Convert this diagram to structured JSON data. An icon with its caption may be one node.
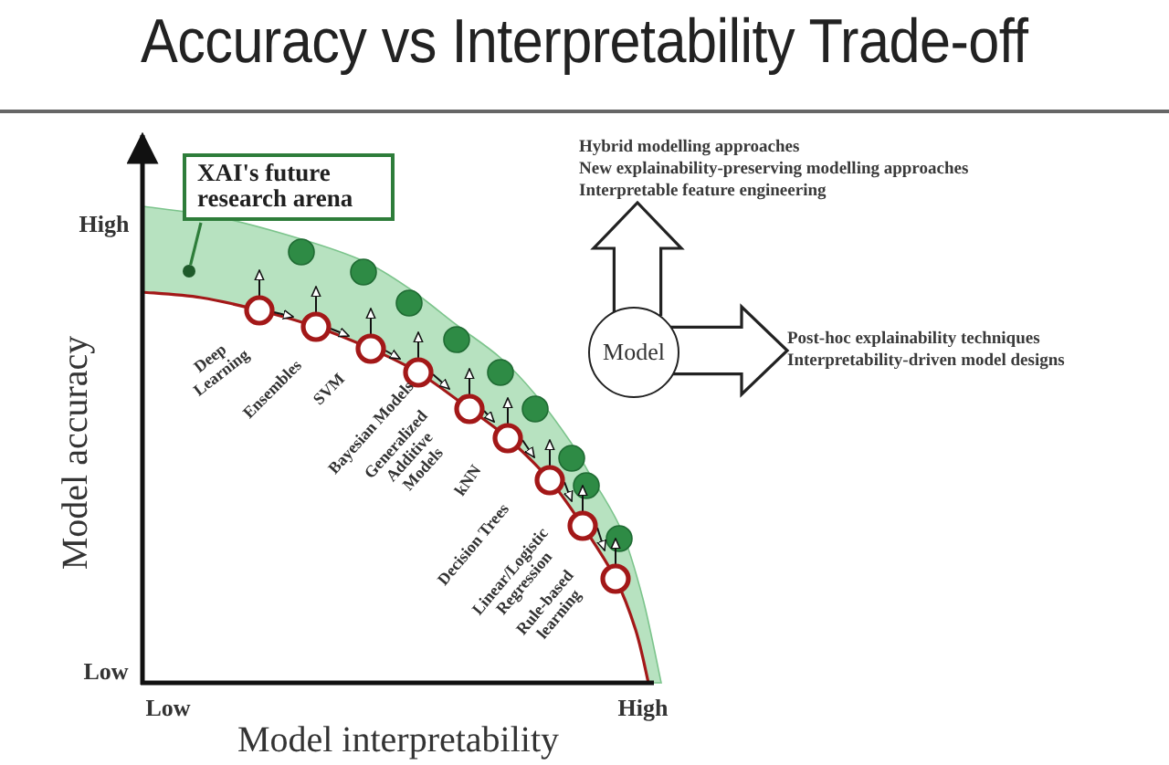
{
  "diagram": {
    "title": "Accuracy vs Interpretability Trade-off",
    "nodes": [
      {
        "text": [
          "XAI's future research arena"
        ]
      },
      {
        "text": [],
        "shape": "circle"
      },
      {
        "text": [
          "Hybrid modelling approaches",
          "New explainability-preserving modelling approaches",
          "Interpretable feature engineering"
        ]
      },
      {
        "text": [
          "Model"
        ]
      },
      {
        "text": [
          "Post-hoc explainability techniques",
          "Interpretability-driven model designs"
        ]
      }
    ],
    "edges": [
      {
        "from": 0,
        "to": 1,
        "arrow": "none",
        "color": "#2e7d3a"
      },
      {
        "from": 3,
        "to": 2,
        "arrow": "to"
      },
      {
        "from": 3,
        "to": 4,
        "arrow": "to"
      }
    ],
    "labels": [
      "High",
      "Low",
      "Model accuracy",
      "Low",
      "High",
      "Model interpretability",
      "Deep Learning",
      "Ensembles",
      "SVM",
      "Bayesian Models",
      "Generalized Additive Models",
      "kNN",
      "Decision Trees",
      "Linear/Logistic Regression",
      "Rule-based learning"
    ]
  }
}
